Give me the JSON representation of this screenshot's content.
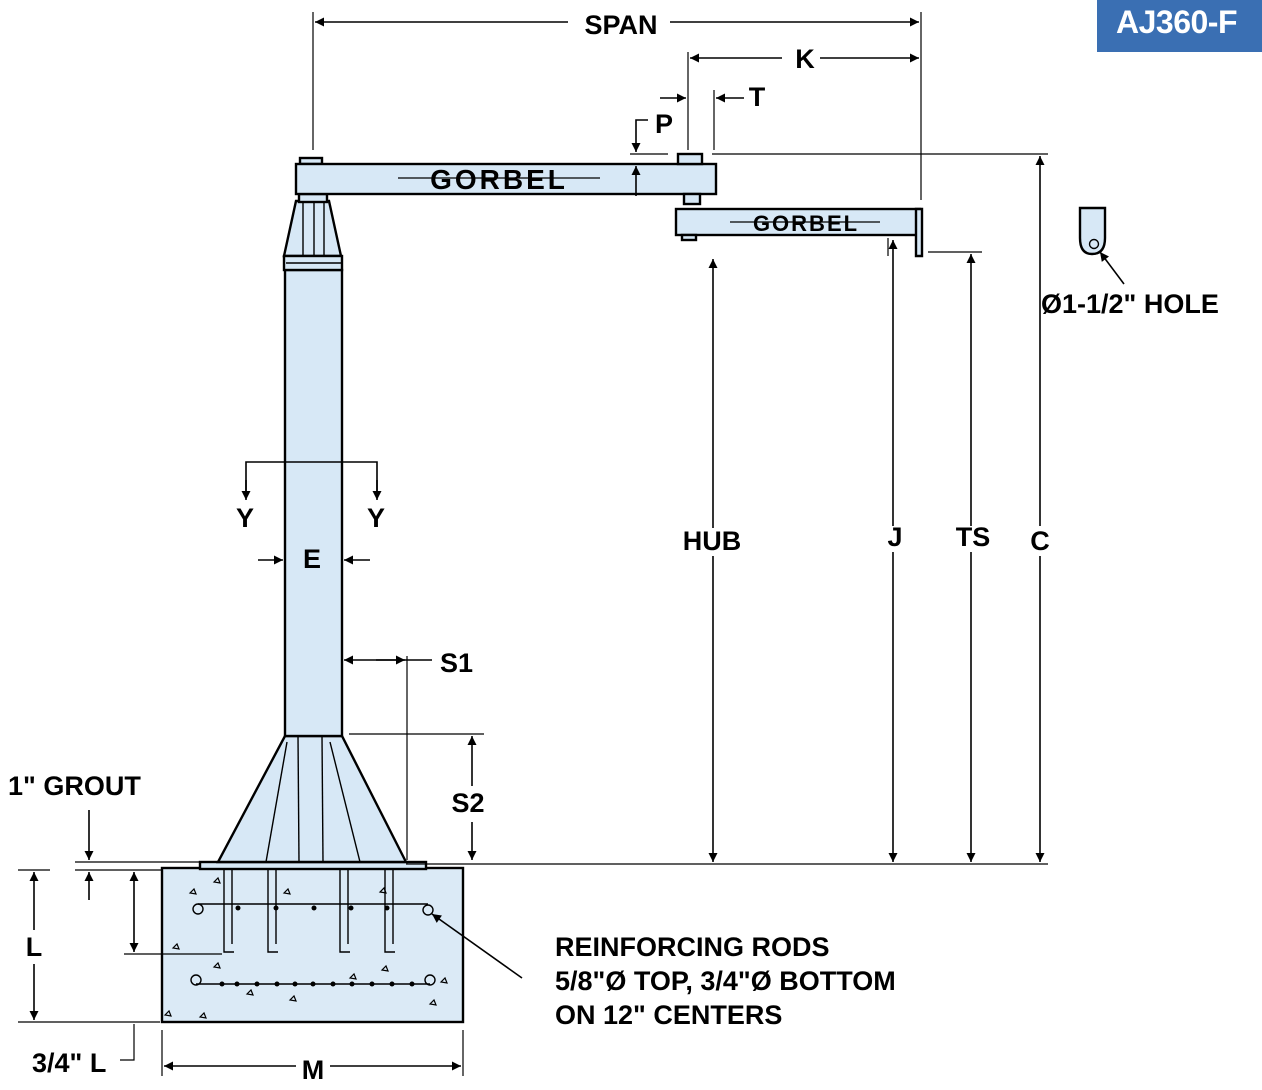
{
  "model_badge": {
    "text": "AJ360-F",
    "color": "#3a6fb3"
  },
  "brand": {
    "boom_main": "GORBEL",
    "boom_secondary": "GORBEL"
  },
  "colors": {
    "steel_fill": "#d7e8f6",
    "concrete_fill": "#dbeaf6",
    "line": "#000000"
  },
  "labels": {
    "span": "SPAN",
    "k": "K",
    "t": "T",
    "p": "P",
    "hole": "Ø1-1/2\" HOLE",
    "y_left": "Y",
    "y_right": "Y",
    "e": "E",
    "hub": "HUB",
    "j": "J",
    "ts": "TS",
    "c": "C",
    "s1": "S1",
    "s2": "S2",
    "grout": "1\" GROUT",
    "l": "L",
    "three_quarter_l": "3/4\" L",
    "m": "M",
    "rods_line1": "REINFORCING RODS",
    "rods_line2": "5/8\"Ø TOP, 3/4\"Ø BOTTOM",
    "rods_line3": "ON 12\" CENTERS"
  }
}
